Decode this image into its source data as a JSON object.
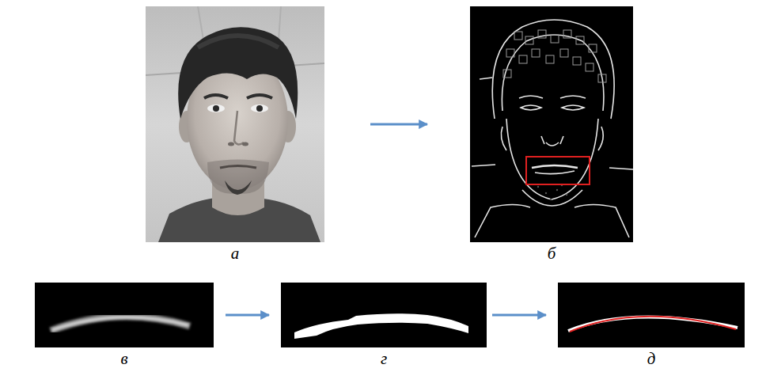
{
  "diagram": {
    "nodes": [
      {
        "text": [
          "а"
        ]
      },
      {
        "text": [
          "б"
        ]
      },
      {
        "text": [
          "в"
        ]
      },
      {
        "text": [
          "г"
        ]
      },
      {
        "text": [
          "д"
        ]
      }
    ],
    "edges": [
      {
        "from": 0,
        "to": 1,
        "arrow": "to"
      },
      {
        "from": 2,
        "to": 3,
        "arrow": "to"
      },
      {
        "from": 3,
        "to": 4,
        "arrow": "to"
      }
    ]
  }
}
